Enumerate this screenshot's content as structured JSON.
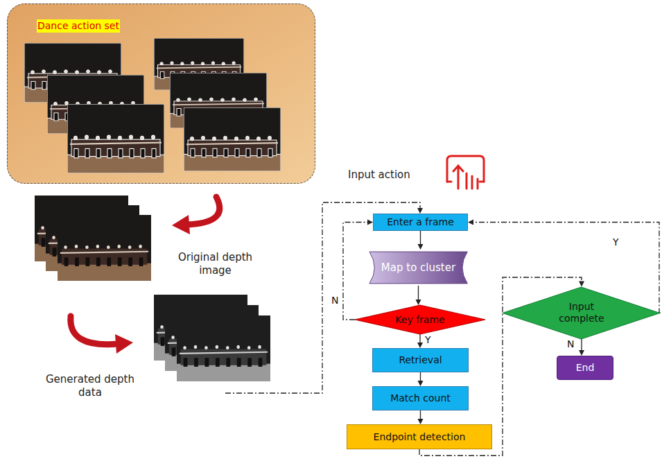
{
  "diagram": {
    "nodes": [
      {
        "text": [
          "Dance action set"
        ]
      },
      {
        "text": [
          "Enter a frame"
        ]
      },
      {
        "text": [
          "Map to cluster"
        ]
      },
      {
        "text": [
          "Key frame"
        ]
      },
      {
        "text": [
          "Retrieval"
        ]
      },
      {
        "text": [
          "Match count"
        ]
      },
      {
        "text": [
          "Endpoint detection"
        ]
      },
      {
        "text": [
          "Input complete"
        ]
      },
      {
        "text": [
          "End"
        ]
      }
    ],
    "edges": [
      {
        "from": 1,
        "to": 2,
        "arrow": "to"
      },
      {
        "from": 2,
        "to": 3,
        "arrow": "to"
      },
      {
        "from": 3,
        "to": 1,
        "label": "N",
        "arrow": "to"
      },
      {
        "from": 3,
        "to": 4,
        "label": "Y",
        "arrow": "to"
      },
      {
        "from": 4,
        "to": 5,
        "arrow": "to"
      },
      {
        "from": 5,
        "to": 6,
        "arrow": "to"
      },
      {
        "from": 6,
        "to": 7,
        "arrow": "to"
      },
      {
        "from": 7,
        "to": 1,
        "label": "Y",
        "arrow": "to"
      },
      {
        "from": 7,
        "to": 8,
        "label": "N",
        "arrow": "to"
      }
    ],
    "labels": [
      "Original depth image",
      "Generated depth data",
      "Input action"
    ]
  }
}
